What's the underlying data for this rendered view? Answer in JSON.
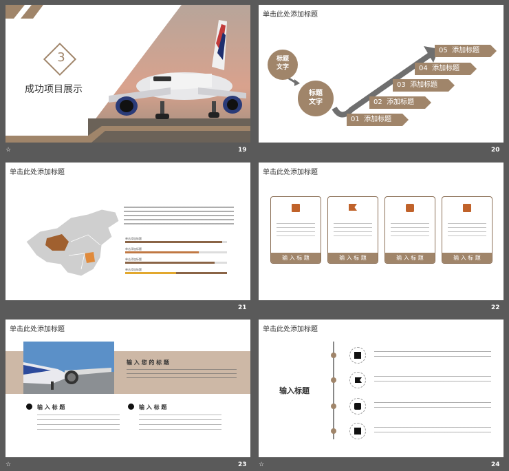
{
  "slides": [
    {
      "number": "19",
      "title": "成功项目展示",
      "badge": "3"
    },
    {
      "number": "20",
      "title": "单击此处添加标题",
      "circle_small": "标题\n文字",
      "circle_big": "标题\n文字",
      "steps": [
        {
          "n": "01",
          "label": "添加标题"
        },
        {
          "n": "02",
          "label": "添加标题"
        },
        {
          "n": "03",
          "label": "添加标题"
        },
        {
          "n": "04",
          "label": "添加标题"
        },
        {
          "n": "05",
          "label": "添加标题"
        }
      ]
    },
    {
      "number": "21",
      "title": "单击此处添加标题",
      "bars": [
        {
          "label": "单击添加标题",
          "value": 0.95,
          "color": "#8a6446"
        },
        {
          "label": "单击添加标题",
          "value": 0.72,
          "color": "#c07843"
        },
        {
          "label": "单击添加标题",
          "value": 0.88,
          "color": "#8a6446"
        },
        {
          "label": "单击添加标题",
          "value": 0.5,
          "color": "#e2a82e"
        }
      ]
    },
    {
      "number": "22",
      "title": "单击此处添加标题",
      "cards": [
        {
          "icon": "gift-icon",
          "footer": "输 入 标 题"
        },
        {
          "icon": "flag-icon",
          "footer": "输 入 标 题"
        },
        {
          "icon": "grid-icon",
          "footer": "输 入 标 题"
        },
        {
          "icon": "film-icon",
          "footer": "输 入 标 题"
        }
      ]
    },
    {
      "number": "23",
      "title": "单击此处添加标题",
      "heading": "输 入 您 的 标 题",
      "sub1": "输 入 标 题",
      "sub2": "输 入 标 题"
    },
    {
      "number": "24",
      "title": "单击此处添加标题",
      "heading": "输入标题",
      "items": [
        {
          "icon": "gift-icon"
        },
        {
          "icon": "flag-icon"
        },
        {
          "icon": "grid-icon"
        },
        {
          "icon": "film-icon"
        }
      ]
    }
  ],
  "star_glyph": "☆",
  "colors": {
    "accent": "#a0856a",
    "dark": "#5a5a5a"
  }
}
